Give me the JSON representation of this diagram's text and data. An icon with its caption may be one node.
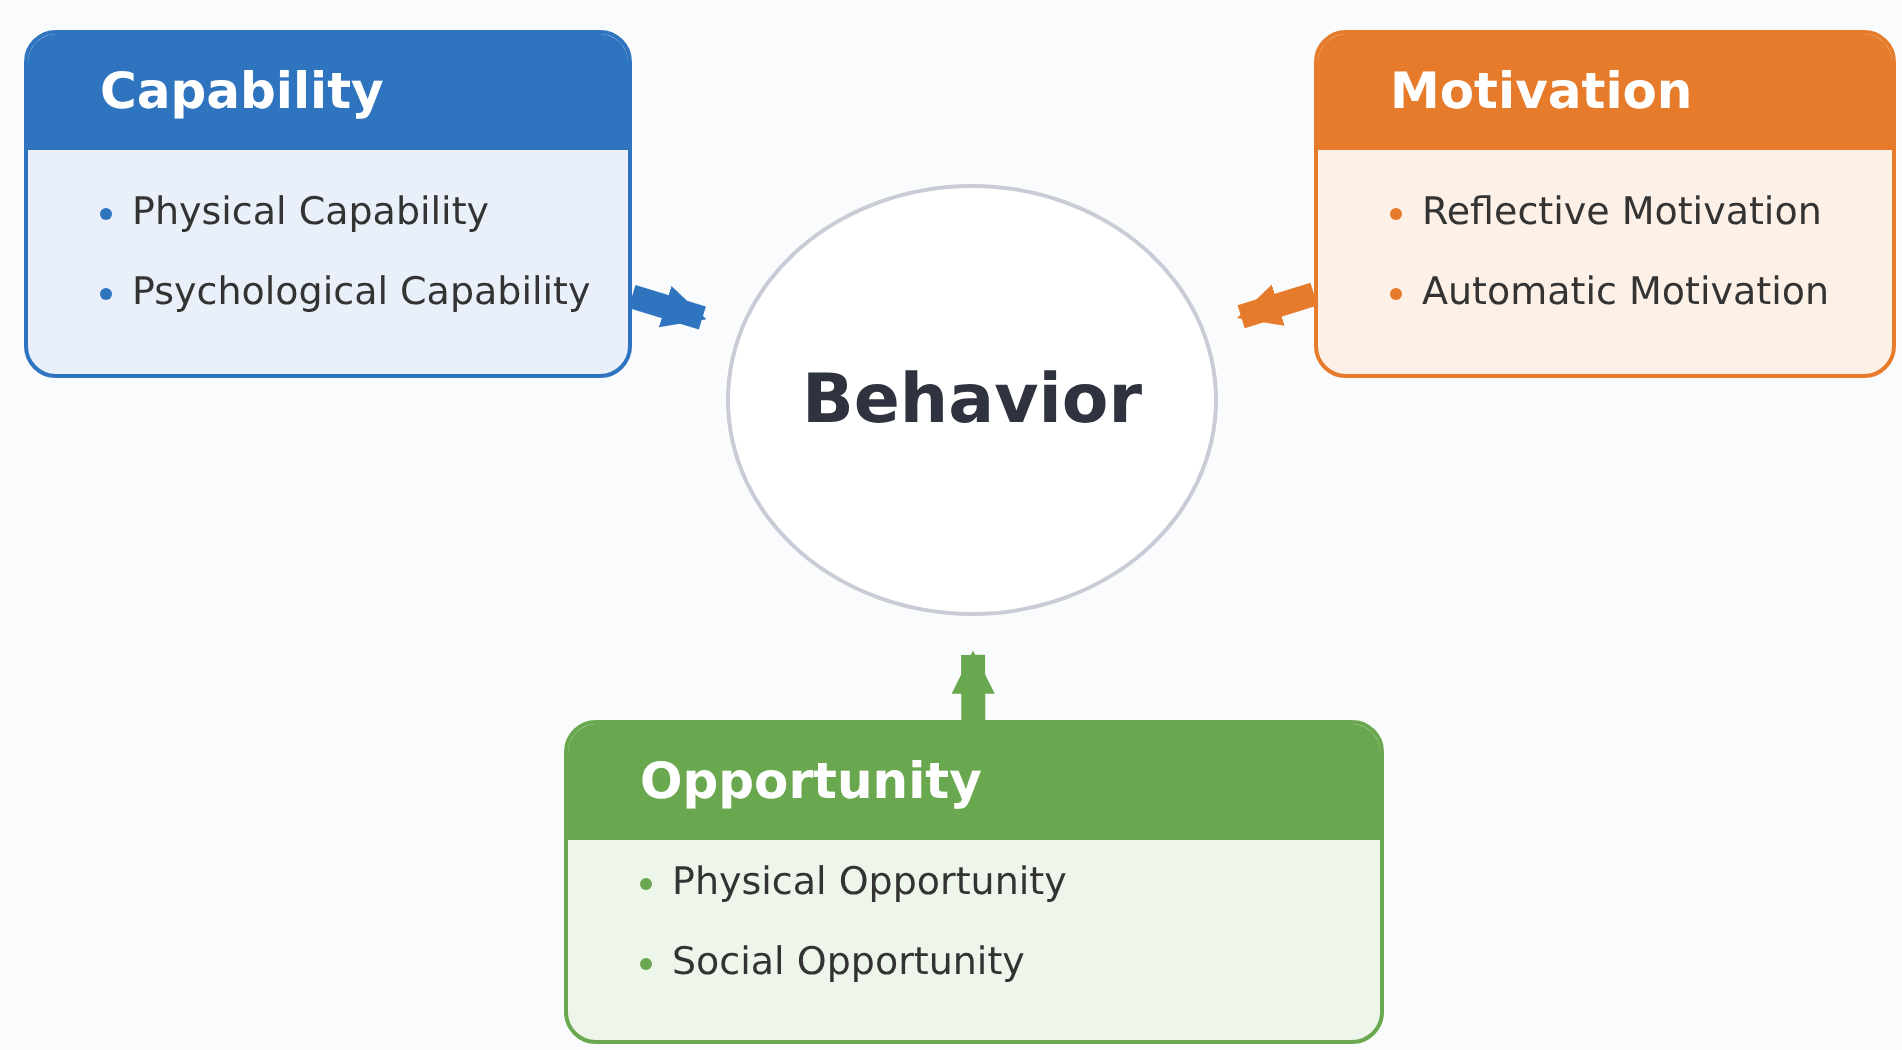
{
  "diagram": {
    "nodes": [
      {
        "text": [
          "Capability",
          "Physical Capability",
          "Psychological Capability"
        ]
      },
      {
        "text": [
          "Motivation",
          "Reflective Motivation",
          "Automatic Motivation"
        ]
      },
      {
        "text": [
          "Behavior"
        ]
      },
      {
        "text": [
          "Opportunity",
          "Physical Opportunity",
          "Social Opportunity"
        ]
      }
    ],
    "edges": [
      {
        "from": 0,
        "to": 2,
        "arrow": "to",
        "color": "#2e74bf"
      },
      {
        "from": 1,
        "to": 2,
        "arrow": "to",
        "color": "#e57b2b"
      },
      {
        "from": 3,
        "to": 2,
        "arrow": "to",
        "color": "#6aa84f"
      }
    ]
  }
}
